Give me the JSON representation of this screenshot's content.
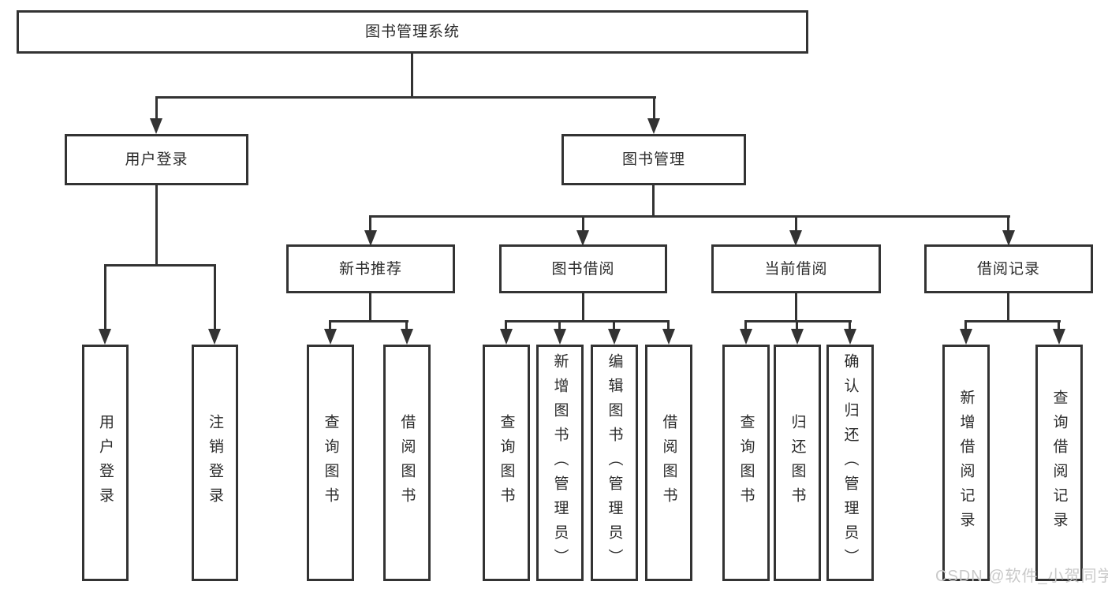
{
  "colors": {
    "line": "#333333",
    "box_border": "#333333",
    "text": "#2b2b2b",
    "background": "#ffffff",
    "watermark": "#c9c9c9"
  },
  "root": {
    "label": "图书管理系统"
  },
  "branches": {
    "user": {
      "label": "用户登录",
      "children": [
        "用户登录",
        "注销登录"
      ]
    },
    "book": {
      "label": "图书管理"
    }
  },
  "book_sections": [
    {
      "label": "新书推荐",
      "children": [
        "查询图书",
        "借阅图书"
      ]
    },
    {
      "label": "图书借阅",
      "children": [
        "查询图书",
        "新增图书（管理员）",
        "编辑图书（管理员）",
        "借阅图书"
      ]
    },
    {
      "label": "当前借阅",
      "children": [
        "查询图书",
        "归还图书",
        "确认归还（管理员）"
      ]
    },
    {
      "label": "借阅记录",
      "children": [
        "新增借阅记录",
        "查询借阅记录"
      ]
    }
  ],
  "watermark": {
    "text": "CSDN @软件_小贺同学"
  }
}
